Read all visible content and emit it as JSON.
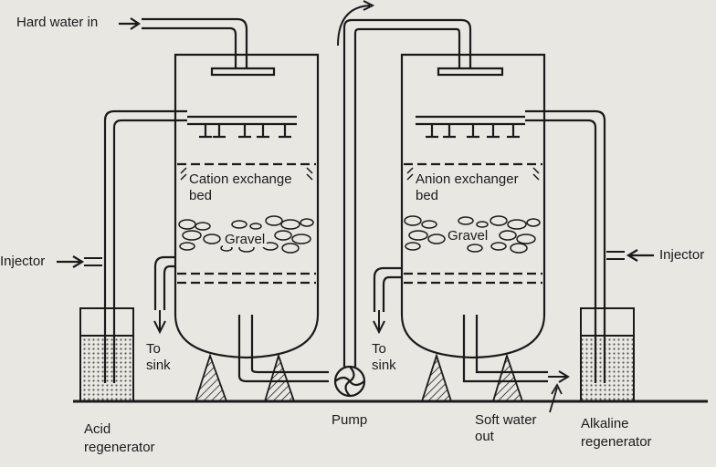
{
  "labels": {
    "hard_water_in": "Hard water in",
    "cation_line1": "Cation exchange",
    "cation_line2": "bed",
    "anion_line1": "Anion exchanger",
    "anion_line2": "bed",
    "gravel_left": "Gravel",
    "gravel_right": "Gravel",
    "injector_left": "Injector",
    "injector_right": "Injector",
    "to_sink_left_1": "To",
    "to_sink_left_2": "sink",
    "to_sink_right_1": "To",
    "to_sink_right_2": "sink",
    "pump": "Pump",
    "soft_water_1": "Soft water",
    "soft_water_2": "out",
    "acid_1": "Acid",
    "acid_2": "regenerator",
    "alkaline_1": "Alkaline",
    "alkaline_2": "regenerator"
  },
  "colors": {
    "ink": "#1a1a1a",
    "paper": "#e9e7e2"
  }
}
